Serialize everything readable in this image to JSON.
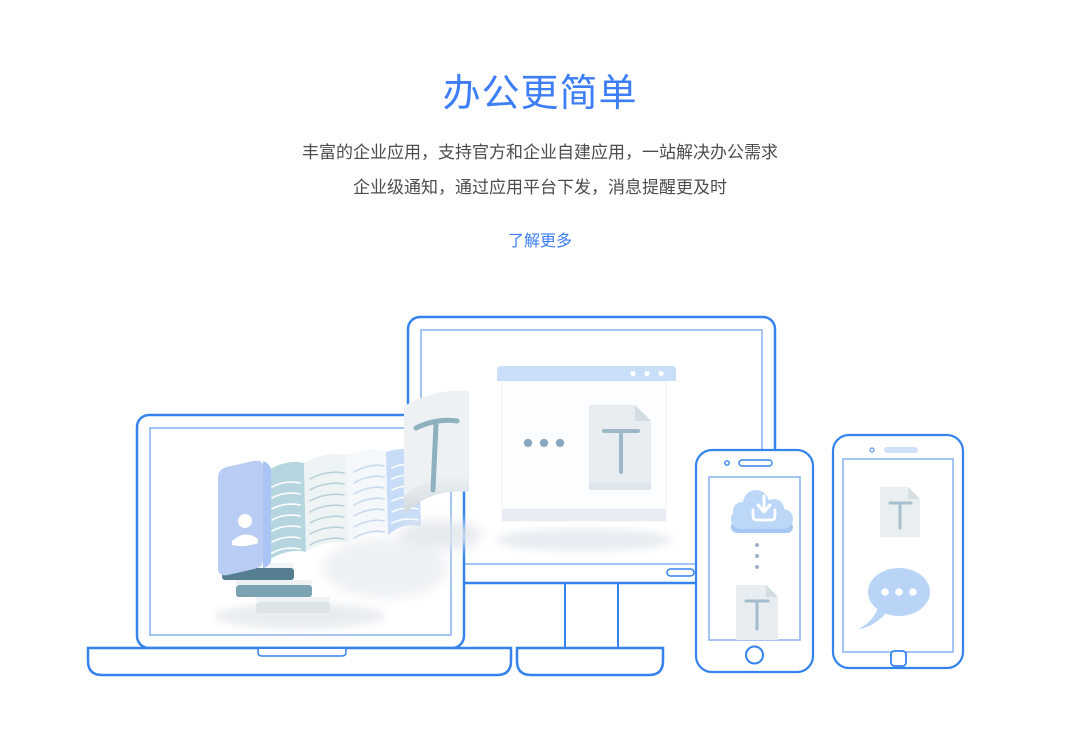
{
  "hero": {
    "title": "办公更简单",
    "description_line1": "丰富的企业应用，支持官方和企业自建应用，一站解决办公需求",
    "description_line2": "企业级通知，通过应用平台下发，消息提醒更及时",
    "link_label": "了解更多"
  },
  "colors": {
    "accent_blue": "#3d7ef7",
    "device_outline_blue": "#3583ee",
    "device_outline_light": "#8db5f2",
    "body_text": "#4c4c4c",
    "browser_titlebar_blue": "#c9def8",
    "cloud_bubble_blue": "#b9d4f7",
    "document_pale_fill": "#e7edf0",
    "document_glyph_teal": "#9db8c6"
  },
  "illustration": {
    "devices": [
      "laptop",
      "desktop-monitor",
      "smartphone-small",
      "smartphone-large"
    ],
    "icons": [
      "book-stack-icon",
      "person-icon",
      "curved-page-t-icon",
      "browser-window-icon",
      "ellipsis-icon",
      "document-t-icon",
      "cloud-download-icon",
      "dots-transfer-icon",
      "chat-bubble-icon",
      "home-button-icon",
      "speaker-icon",
      "camera-dot-icon"
    ]
  }
}
